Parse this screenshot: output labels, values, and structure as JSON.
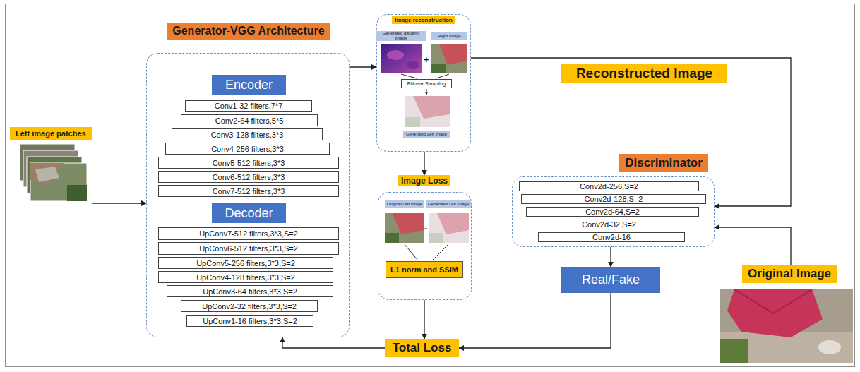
{
  "diagram": {
    "nodes": [
      {
        "text": [
          "Left image patches"
        ]
      },
      {
        "text": [
          "Generator-VGG Architecture"
        ]
      },
      {
        "text": [
          "Encoder"
        ],
        "in": 1
      },
      {
        "text": [
          "Conv1-32 filters,7*7"
        ],
        "in": 1
      },
      {
        "text": [
          "Conv2-64 filters,5*5"
        ],
        "in": 1
      },
      {
        "text": [
          "Conv3-128 filters,3*3"
        ],
        "in": 1
      },
      {
        "text": [
          "Conv4-256 filters,3*3"
        ],
        "in": 1
      },
      {
        "text": [
          "Conv5-512 filters,3*3"
        ],
        "in": 1
      },
      {
        "text": [
          "Conv6-512 filters,3*3"
        ],
        "in": 1
      },
      {
        "text": [
          "Conv7-512 filters,3*3"
        ],
        "in": 1
      },
      {
        "text": [
          "Decoder"
        ],
        "in": 1
      },
      {
        "text": [
          "UpConv7-512 filters,3*3,S=2"
        ],
        "in": 1
      },
      {
        "text": [
          "UpConv6-512 filters,3*3,S=2"
        ],
        "in": 1
      },
      {
        "text": [
          "UpConv5-256 filters,3*3,S=2"
        ],
        "in": 1
      },
      {
        "text": [
          "UpConv4-128 filters,3*3,S=2"
        ],
        "in": 1
      },
      {
        "text": [
          "UpConv3-64 filters,3*3,S=2"
        ],
        "in": 1
      },
      {
        "text": [
          "UpConv2-32 filters,3*3,S=2"
        ],
        "in": 1
      },
      {
        "text": [
          "UpConv1-16 filters,3*3,S=2"
        ],
        "in": 1
      },
      {
        "text": [
          "Image reconstruction"
        ]
      },
      {
        "text": [
          "Generated disparity Image"
        ],
        "in": 18
      },
      {
        "text": [
          "Right Image"
        ],
        "in": 18
      },
      {
        "text": [
          "Bilinear Sampling"
        ],
        "in": 18
      },
      {
        "text": [
          "Generated Left image"
        ],
        "in": 18
      },
      {
        "text": [
          "Image Loss"
        ]
      },
      {
        "text": [
          "Original Left image"
        ],
        "in": 23
      },
      {
        "text": [
          "Generated Left image"
        ],
        "in": 23
      },
      {
        "text": [
          "L1 norm and SSIM"
        ],
        "in": 23
      },
      {
        "text": [
          "Reconstructed Image"
        ]
      },
      {
        "text": [
          "Discriminator"
        ]
      },
      {
        "text": [
          "Conv2d-256,S=2"
        ],
        "in": 28
      },
      {
        "text": [
          "Conv2d-128,S=2"
        ],
        "in": 28
      },
      {
        "text": [
          "Conv2d-64,S=2"
        ],
        "in": 28
      },
      {
        "text": [
          "Conv2d-32,S=2"
        ],
        "in": 28
      },
      {
        "text": [
          "Conv2d-16"
        ],
        "in": 28
      },
      {
        "text": [
          "Real/Fake"
        ]
      },
      {
        "text": [
          "Total Loss"
        ]
      },
      {
        "text": [
          "Original Image"
        ]
      }
    ],
    "edges": [
      {
        "from": 0,
        "to": 1,
        "arrow": "to"
      },
      {
        "from": 1,
        "to": 18,
        "arrow": "to"
      },
      {
        "from": 18,
        "to": 23,
        "arrow": "to"
      },
      {
        "from": 23,
        "to": 35,
        "arrow": "to"
      },
      {
        "from": 35,
        "to": 1,
        "arrow": "to"
      },
      {
        "from": 18,
        "to": 28,
        "arrow": "to"
      },
      {
        "from": 36,
        "to": 28,
        "arrow": "to"
      },
      {
        "from": 28,
        "to": 34,
        "arrow": "to"
      },
      {
        "from": 34,
        "to": 35,
        "arrow": "to"
      }
    ],
    "labels": [
      "+",
      "-"
    ]
  }
}
